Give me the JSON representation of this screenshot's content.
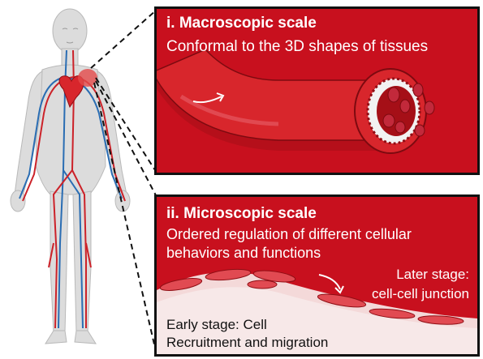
{
  "colors": {
    "panel_red": "#c8101e",
    "vessel_red": "#d8262c",
    "vessel_dark": "#a50f17",
    "body_gray": "#d9d9d9",
    "artery": "#cc2229",
    "vein": "#2a6db3",
    "frame": "#111111"
  },
  "panel_macro": {
    "title": "i. Macroscopic scale",
    "subtitle": "Conformal to the 3D shapes of tissues"
  },
  "panel_micro": {
    "title": "ii. Microscopic scale",
    "subtitle_line1": "Ordered regulation of different cellular",
    "subtitle_line2": "behaviors and functions",
    "later_line1": "Later stage:",
    "later_line2": "cell-cell junction",
    "early_line1": "Early stage: Cell",
    "early_line2": "Recruitment and migration"
  },
  "icons": {
    "body": "human-body-icon",
    "heart": "heart-icon",
    "vessel": "blood-vessel-icon",
    "arrow": "curved-arrow-icon"
  }
}
